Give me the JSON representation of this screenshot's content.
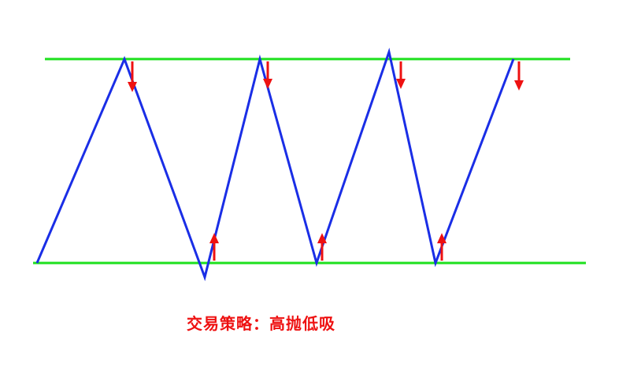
{
  "caption": "交易策略：高抛低吸",
  "colors": {
    "band_lines": "#1ee01e",
    "price_path": "#1a2ee6",
    "arrows": "#ee1111",
    "caption": "#ee1111",
    "background": "#ffffff"
  },
  "elements": {
    "upper_band": "resistance-line",
    "lower_band": "support-line",
    "path": "zigzag-price-path",
    "sell_arrows": "down-arrow-icon",
    "buy_arrows": "up-arrow-icon"
  }
}
